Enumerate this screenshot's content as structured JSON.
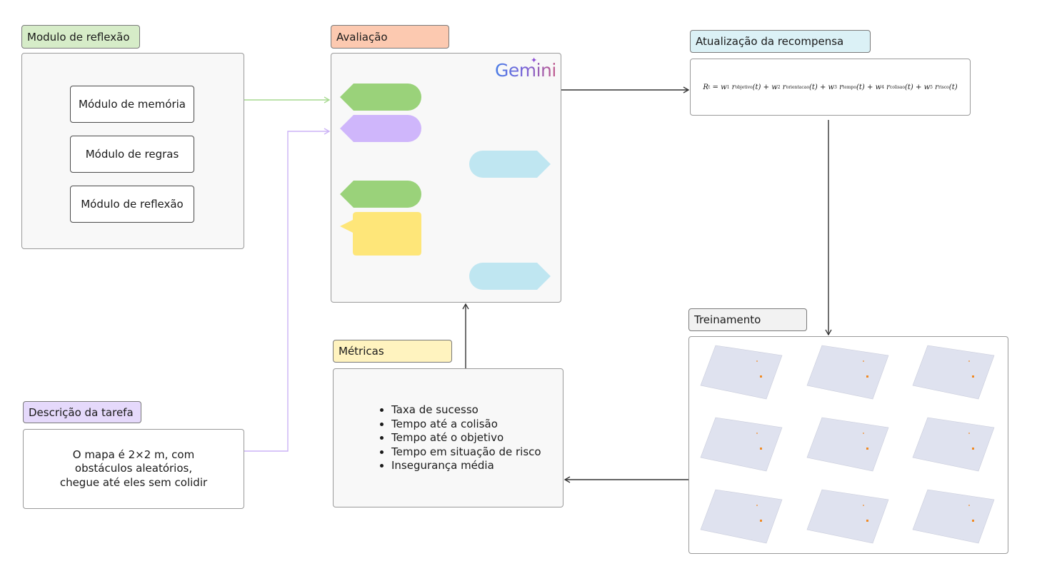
{
  "reflection": {
    "title": "Modulo de reflexão",
    "modules": [
      "Módulo de memória",
      "Módulo de regras",
      "Módulo de reflexão"
    ]
  },
  "task": {
    "title": "Descrição da tarefa",
    "lines": [
      "O mapa é 2×2 m, com",
      "obstáculos aleatórios,",
      "chegue até eles sem colidir"
    ]
  },
  "evaluation": {
    "title": "Avaliação",
    "logo": "Gemini"
  },
  "reward": {
    "title": "Atualização da recompensa",
    "formula": {
      "lhs": "R",
      "lhs_sub": "t",
      "terms": [
        {
          "w": "w",
          "w_sub": "1",
          "r": "r",
          "r_sub": "objetivo",
          "arg": "(t)"
        },
        {
          "w": "w",
          "w_sub": "2",
          "r": "r",
          "r_sub": "orientacao",
          "arg": "(t)"
        },
        {
          "w": "w",
          "w_sub": "3",
          "r": "r",
          "r_sub": "tempo",
          "arg": "(t)"
        },
        {
          "w": "w",
          "w_sub": "4",
          "r": "r",
          "r_sub": "colisao",
          "arg": "(t)"
        },
        {
          "w": "w",
          "w_sub": "5",
          "r": "r",
          "r_sub": "risco",
          "arg": "(t)"
        }
      ]
    }
  },
  "metrics": {
    "title": "Métricas",
    "items": [
      "Taxa de sucesso",
      "Tempo até a colisão",
      "Tempo até o objetivo",
      "Tempo em situação de risco",
      "Insegurança média"
    ]
  },
  "training": {
    "title": "Treinamento"
  },
  "colors": {
    "reflection_tag": "#d6ecc8",
    "evaluation_tag": "#fcc9b0",
    "reward_tag": "#dbf1f6",
    "training_tag": "#f2f2f2",
    "metrics_tag": "#fff3bf",
    "task_tag": "#e5d9fb",
    "bubble_green": "#9ad27a",
    "bubble_purple": "#cfb6fb",
    "bubble_blue": "#bfe6f1",
    "bubble_yellow": "#fee679",
    "arrow_green": "#a6d98f",
    "arrow_purple": "#cbb2f5",
    "arrow_dark": "#333333",
    "sim_floor": "#dfe2ef",
    "sim_goal": "#f08a24"
  }
}
